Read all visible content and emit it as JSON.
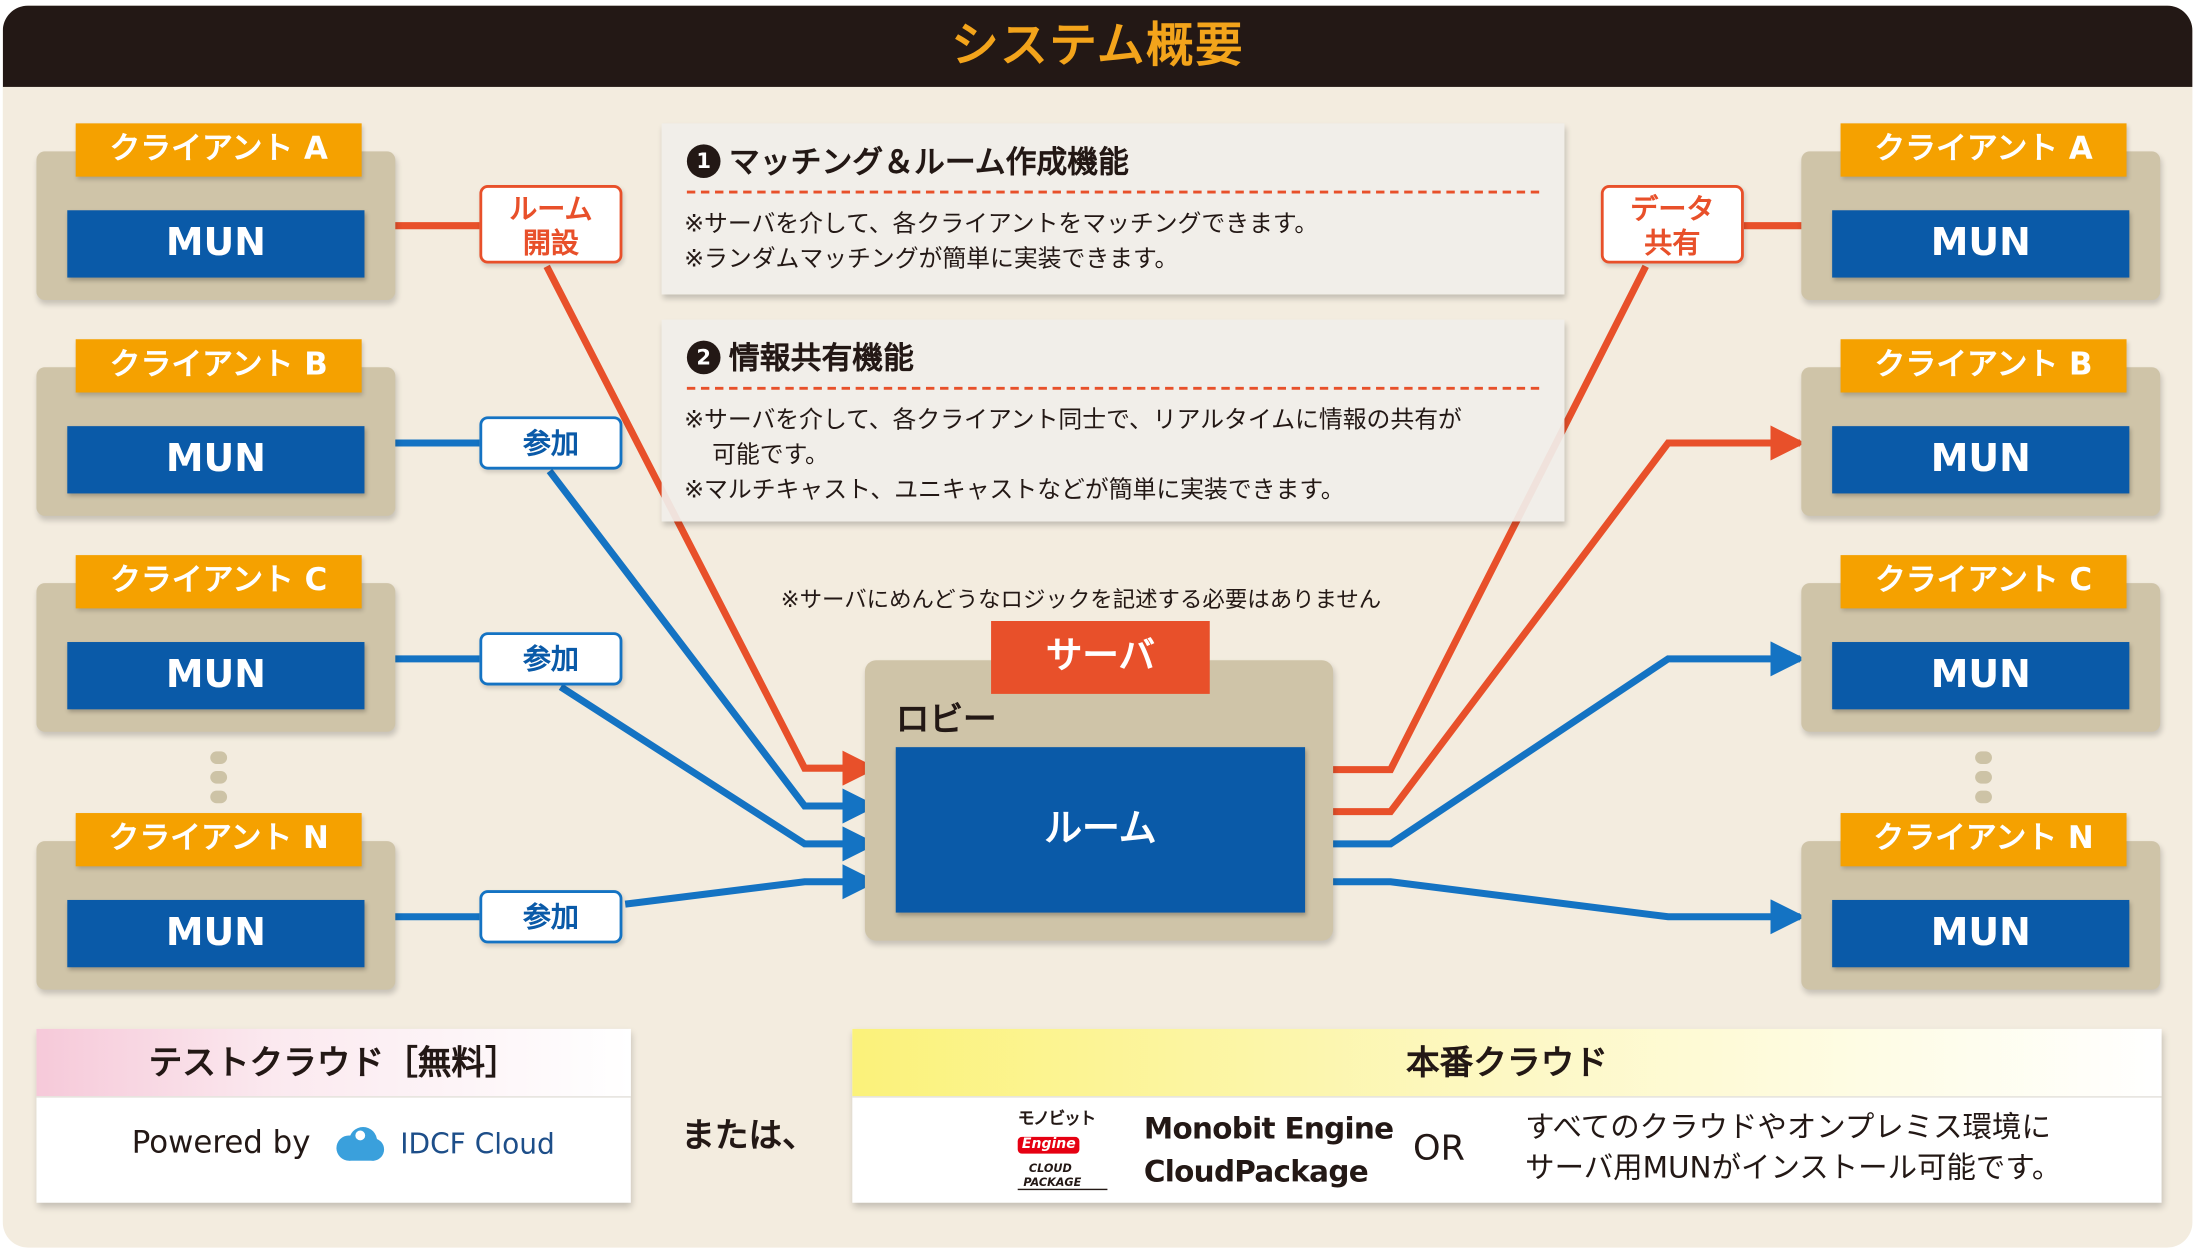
{
  "title": "システム概要",
  "clients_left": [
    {
      "name": "クライアント A",
      "mun": "MUN"
    },
    {
      "name": "クライアント B",
      "mun": "MUN"
    },
    {
      "name": "クライアント C",
      "mun": "MUN"
    },
    {
      "name": "クライアント N",
      "mun": "MUN"
    }
  ],
  "clients_right": [
    {
      "name": "クライアント A",
      "mun": "MUN"
    },
    {
      "name": "クライアント B",
      "mun": "MUN"
    },
    {
      "name": "クライアント C",
      "mun": "MUN"
    },
    {
      "name": "クライアント N",
      "mun": "MUN"
    }
  ],
  "labels": {
    "room_open_1": "ルーム",
    "room_open_2": "開設",
    "join": "参加",
    "data_share_1": "データ",
    "data_share_2": "共有"
  },
  "features": [
    {
      "number": "1",
      "heading": "マッチング＆ルーム作成機能",
      "lines": [
        "※サーバを介して、各クライアントをマッチングできます。",
        "※ランダムマッチングが簡単に実装できます。"
      ]
    },
    {
      "number": "2",
      "heading": "情報共有機能",
      "lines": [
        "※サーバを介して、各クライアント同士で、リアルタイムに情報の共有が",
        "可能です。",
        "※マルチキャスト、ユニキャストなどが簡単に実装できます。"
      ]
    }
  ],
  "notice": "※サーバにめんどうなロジックを記述する必要はありません",
  "server": {
    "tag": "サーバ",
    "lobby": "ロビー",
    "room": "ルーム"
  },
  "test_cloud": {
    "heading": "テストクラウド［無料］",
    "powered_by": "Powered by",
    "brand": "IDCF Cloud",
    "icon": "cloud-icon"
  },
  "or_word": "または、",
  "prod_cloud": {
    "heading": "本番クラウド",
    "logo": {
      "line1": "モノビット",
      "line2": "Engine",
      "line3": "CLOUD",
      "line4": "PACKAGE"
    },
    "product_line1": "Monobit Engine",
    "product_line2": "CloudPackage",
    "or": "OR",
    "desc1": "すべてのクラウドやオンプレミス環境に",
    "desc2": "サーバ用MUNがインストール可能です。"
  },
  "colors": {
    "orange": "#f5a100",
    "blue": "#0a5aa8",
    "red": "#e8502a",
    "beige": "#cfc4a8",
    "dark": "#231815"
  }
}
